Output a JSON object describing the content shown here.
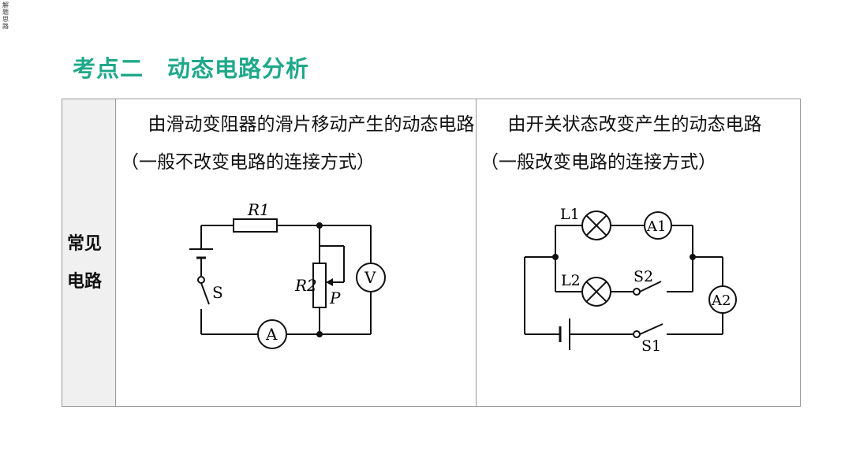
{
  "corner_note": "解题思路",
  "title": "考点二　动态电路分析",
  "table": {
    "row_header": "常见电路",
    "col1_text": "由滑动变阻器的滑片移动产生的动态电路（一般不改变电路的连接方式）",
    "col2_text": "由开关状态改变产生的动态电路（一般改变电路的连接方式）"
  },
  "circuit1": {
    "labels": {
      "r1": "R1",
      "r2": "R2",
      "slider": "P",
      "switch": "S",
      "ammeter": "A",
      "voltmeter": "V"
    }
  },
  "circuit2": {
    "labels": {
      "lamp1": "L1",
      "lamp2": "L2",
      "ammeter1": "A1",
      "ammeter2": "A2",
      "switch1": "S1",
      "switch2": "S2"
    }
  }
}
